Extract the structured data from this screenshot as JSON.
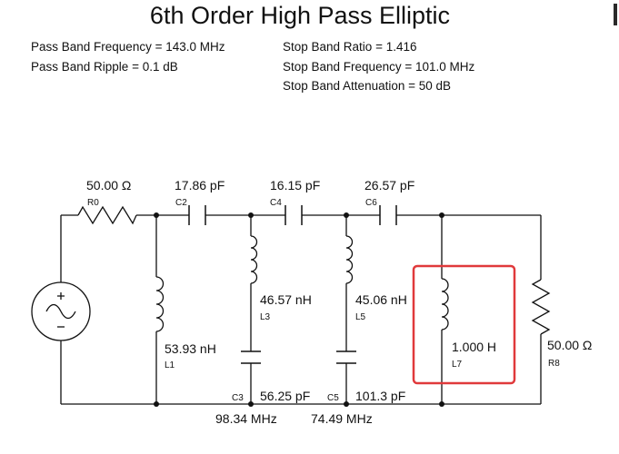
{
  "title": "6th Order High Pass Elliptic",
  "specs": {
    "left": [
      "Pass Band Frequency = 143.0 MHz",
      "Pass Band Ripple = 0.1 dB"
    ],
    "right": [
      "Stop Band Ratio = 1.416",
      "Stop Band Frequency = 101.0 MHz",
      "Stop Band Attenuation = 50 dB"
    ]
  },
  "components": {
    "R0": {
      "ref": "R0",
      "value": "50.00 Ω"
    },
    "C2": {
      "ref": "C2",
      "value": "17.86 pF"
    },
    "C4": {
      "ref": "C4",
      "value": "16.15 pF"
    },
    "C6": {
      "ref": "C6",
      "value": "26.57 pF"
    },
    "L1": {
      "ref": "L1",
      "value": "53.93 nH"
    },
    "L3": {
      "ref": "L3",
      "value": "46.57 nH"
    },
    "L5": {
      "ref": "L5",
      "value": "45.06 nH"
    },
    "C3": {
      "ref": "C3",
      "value": "56.25 pF"
    },
    "C5": {
      "ref": "C5",
      "value": "101.3 pF"
    },
    "L7": {
      "ref": "L7",
      "value": "1.000 H"
    },
    "R8": {
      "ref": "R8",
      "value": "50.00 Ω"
    }
  },
  "resonances": {
    "branch3": "98.34 MHz",
    "branch5": "74.49 MHz"
  },
  "colors": {
    "wire": "#111111",
    "highlight": "#e0393b"
  },
  "icons": {
    "source": "ac-voltage-source-icon"
  }
}
